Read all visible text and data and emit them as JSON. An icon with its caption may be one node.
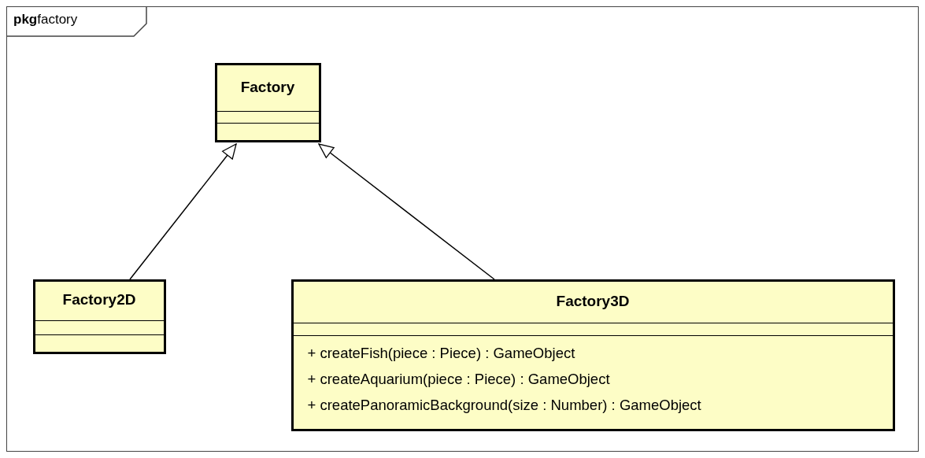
{
  "diagram": {
    "nodes": [
      {
        "text": [
          "**pkg**factory"
        ]
      },
      {
        "text": [
          "Factory"
        ],
        "in": 0
      },
      {
        "text": [
          "Factory2D"
        ],
        "in": 0
      },
      {
        "text": [
          "Factory3D",
          "+ createFish(piece : Piece) : GameObject",
          "+ createAquarium(piece : Piece) : GameObject",
          "+ createPanoramicBackground(size : Number) : GameObject"
        ],
        "in": 0
      }
    ],
    "edges": [
      {
        "from": 2,
        "to": 1,
        "arrow": "to"
      },
      {
        "from": 3,
        "to": 1,
        "arrow": "to"
      }
    ]
  }
}
